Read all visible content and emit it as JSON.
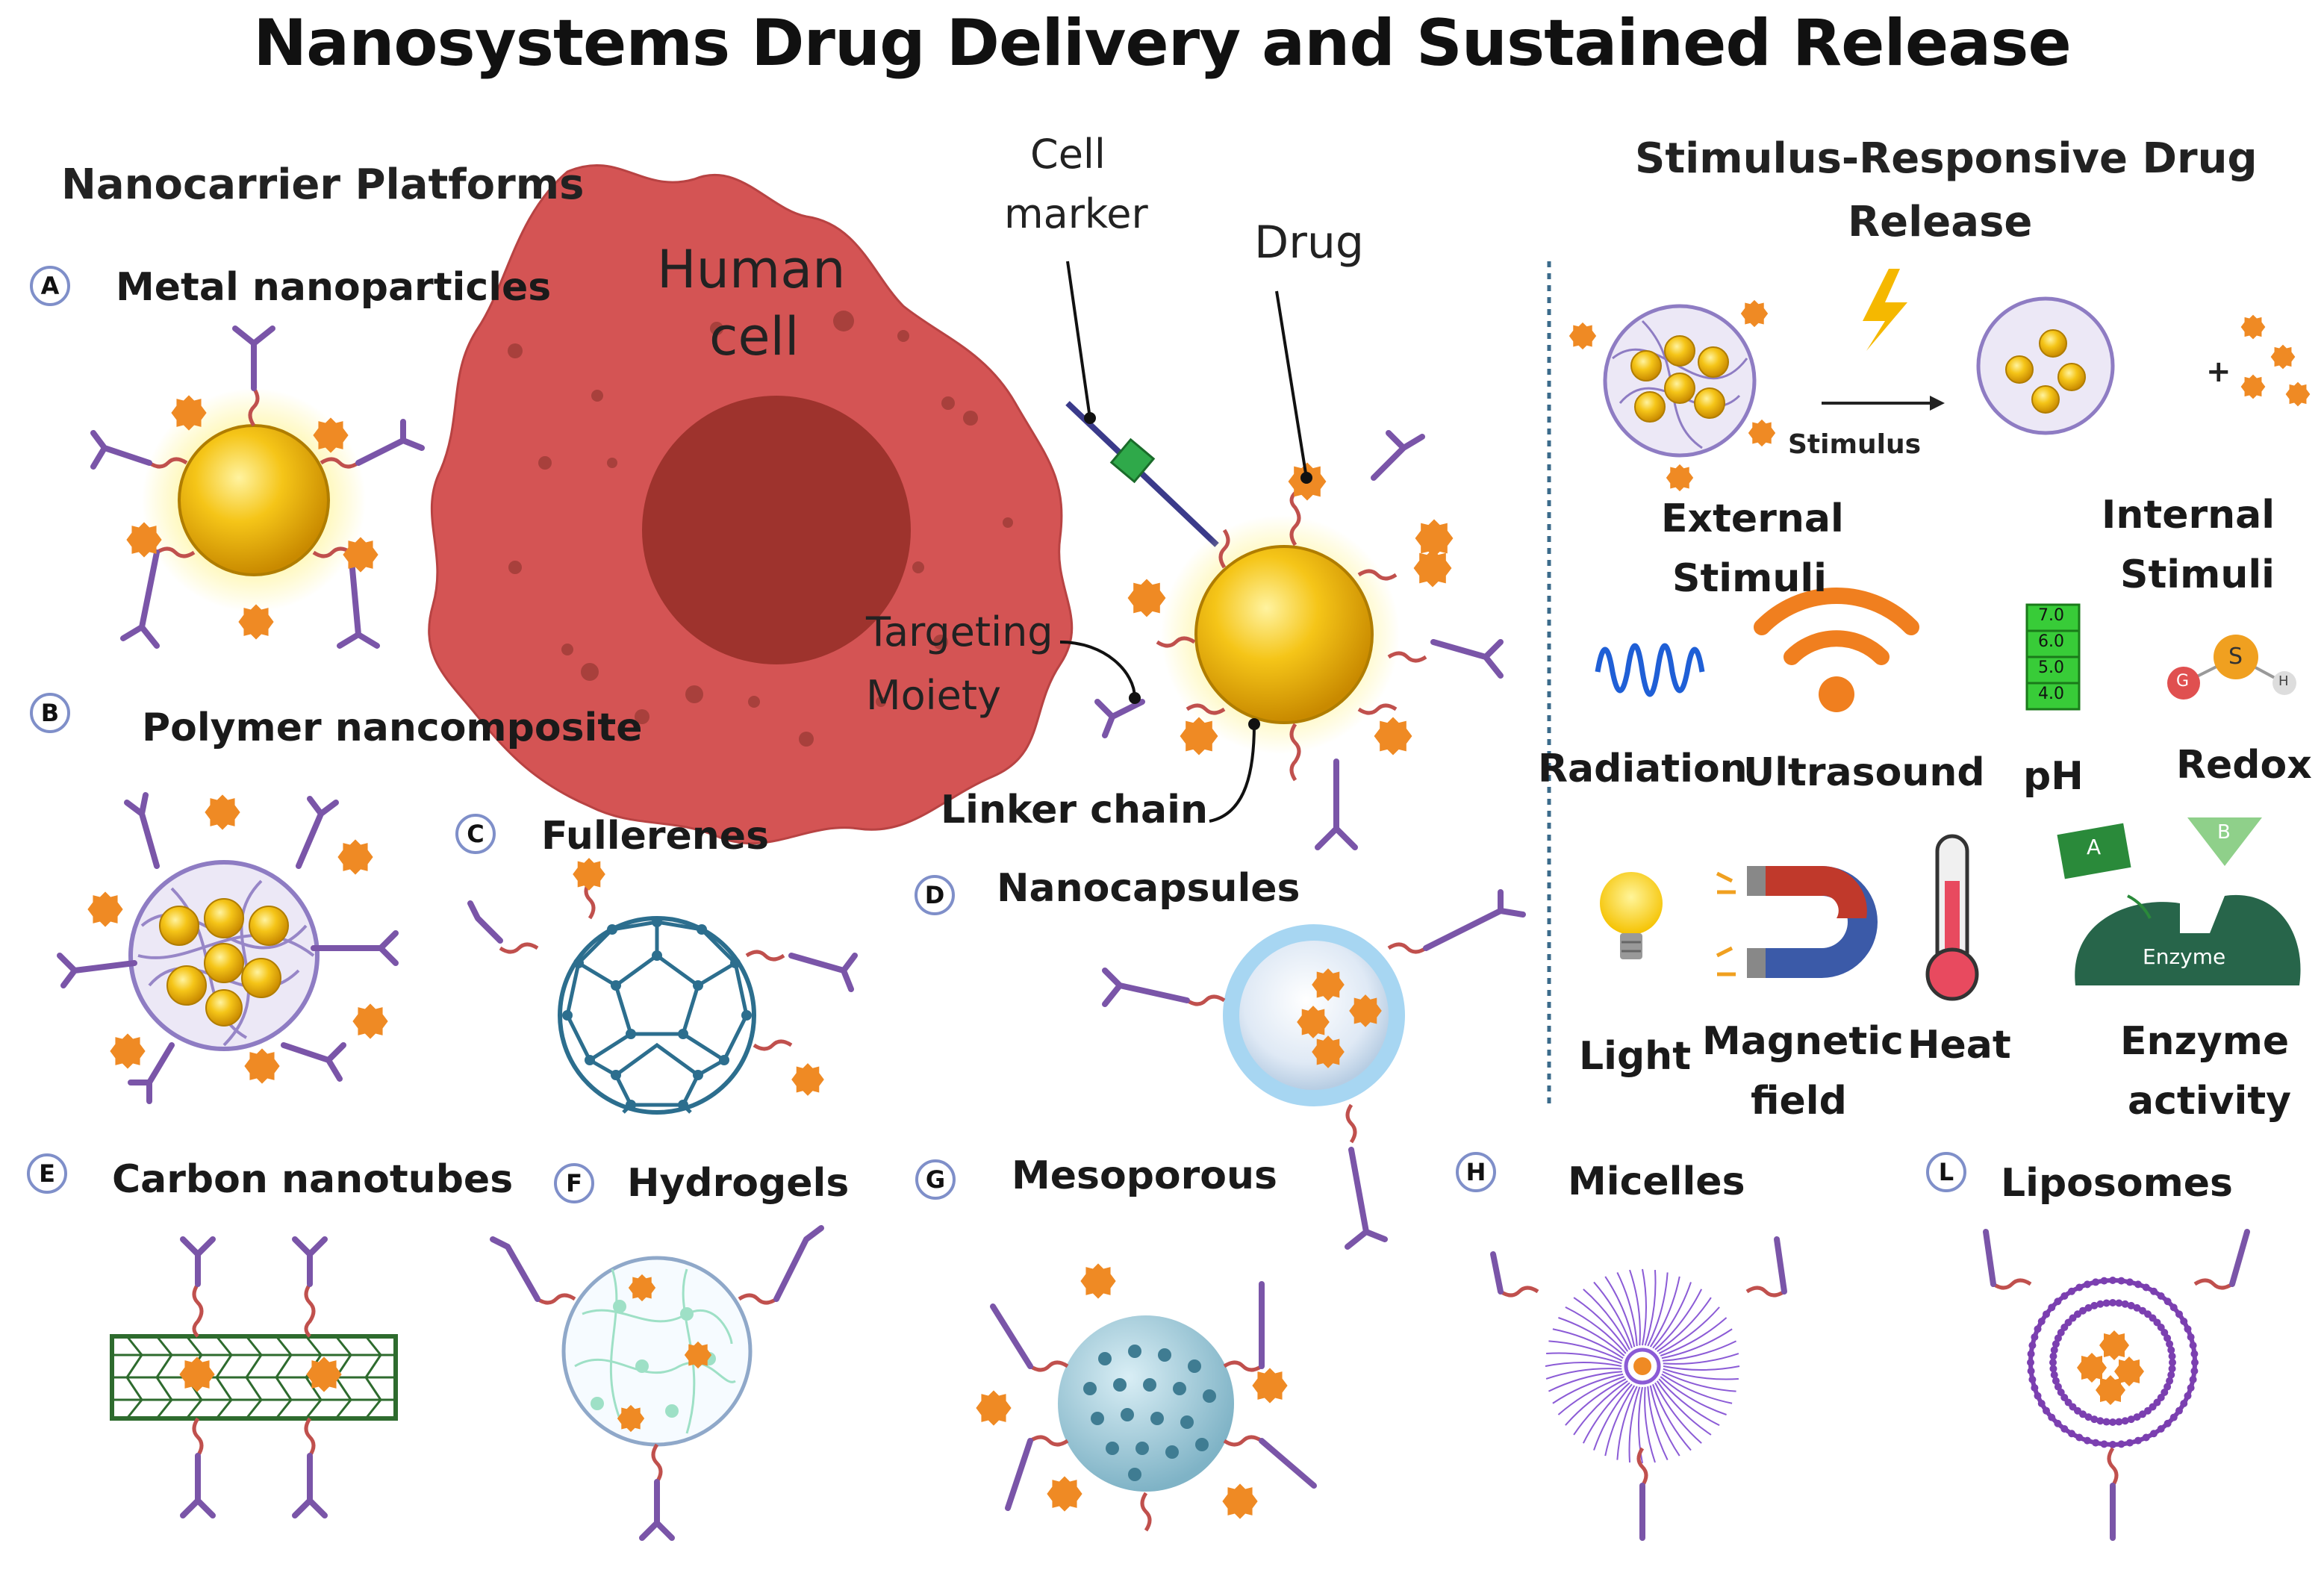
{
  "title": "Nanosystems Drug Delivery and Sustained Release",
  "left_heading": "Nanocarrier Platforms",
  "right_heading_line1": "Stimulus-Responsive Drug",
  "right_heading_line2": "Release",
  "cell": {
    "line1": "Human",
    "line2": "cell"
  },
  "callouts": {
    "cell_marker_1": "Cell",
    "cell_marker_2": "marker",
    "drug": "Drug",
    "targeting_1": "Targeting",
    "targeting_2": "Moiety",
    "linker": "Linker chain"
  },
  "platforms": [
    {
      "letter": "A",
      "label": "Metal nanoparticles"
    },
    {
      "letter": "B",
      "label": "Polymer nancomposite"
    },
    {
      "letter": "C",
      "label": "Fullerenes"
    },
    {
      "letter": "D",
      "label": "Nanocapsules"
    },
    {
      "letter": "E",
      "label": "Carbon nanotubes"
    },
    {
      "letter": "F",
      "label": "Hydrogels"
    },
    {
      "letter": "G",
      "label": "Mesoporous"
    },
    {
      "letter": "H",
      "label": "Micelles"
    },
    {
      "letter": "L",
      "label": "Liposomes"
    }
  ],
  "stimulus": {
    "arrow_label": "Stimulus",
    "plus": "+",
    "external_1": "External",
    "external_2": "Stimuli",
    "internal_1": "Internal",
    "internal_2": "Stimuli",
    "radiation": "Radiation",
    "ultrasound": "Ultrasound",
    "ph": "pH",
    "redox": "Redox",
    "light": "Light",
    "magnetic_1": "Magnetic",
    "magnetic_2": "field",
    "heat": "Heat",
    "enzyme_1": "Enzyme",
    "enzyme_2": "activity",
    "ph_values": [
      "7.0",
      "6.0",
      "5.0",
      "4.0"
    ],
    "redox_atoms": [
      "G",
      "S",
      "H"
    ],
    "enzyme_tags": [
      "A",
      "B"
    ],
    "enzyme_word": "Enzyme"
  },
  "colors": {
    "cell": "#d45454",
    "nucleus": "#9e332d",
    "gold": "#f2b705",
    "drug": "#ef8a24",
    "antibody": "#7a55a8",
    "linker": "#c0504d",
    "polymer": "#8e7cc3",
    "fullerene": "#2c6e8e",
    "nanotube": "#2e6b2e",
    "capsule": "#9fd3f2",
    "hydrogel": "#9ee0c6",
    "mesoporous": "#7fb3c6",
    "micelle": "#8b5bd6",
    "liposome": "#7b3fb0",
    "enzyme": "#27654a"
  }
}
